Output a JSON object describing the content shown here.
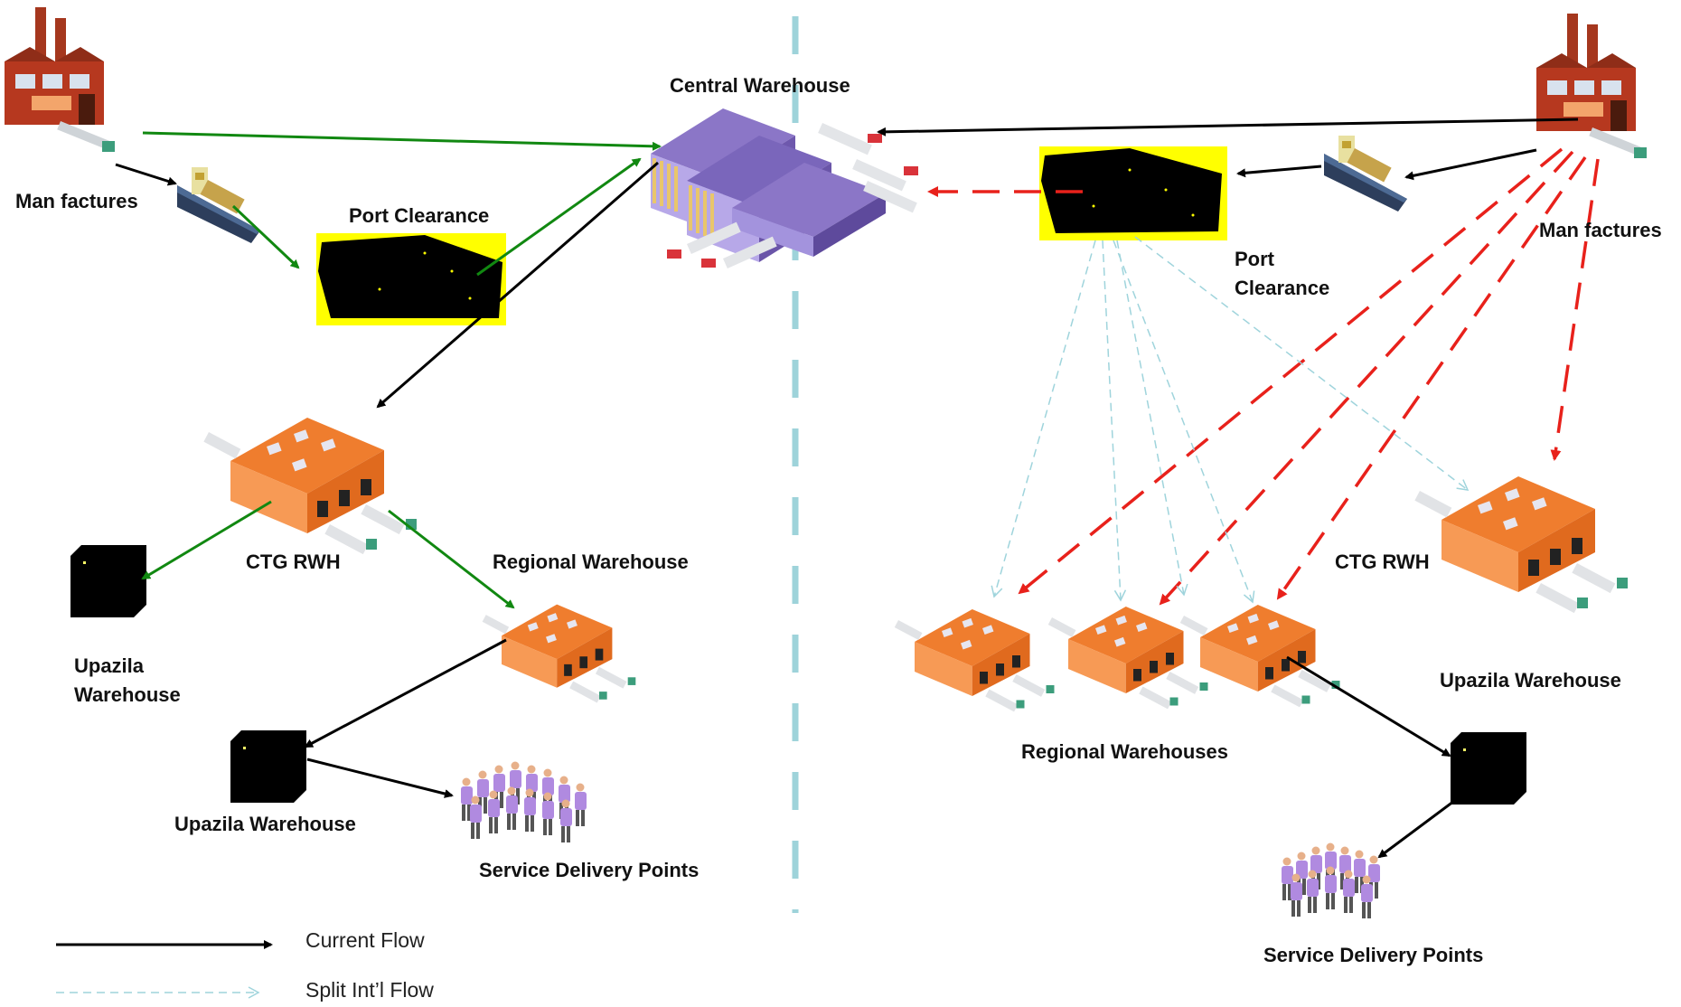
{
  "labels": {
    "central_warehouse": "Central Warehouse",
    "manufactures_left": "Man factures",
    "manufactures_right": "Man factures",
    "port_clearance_left": "Port Clearance",
    "port_clearance_right_1": "Port",
    "port_clearance_right_2": "Clearance",
    "ctg_rwh_left": "CTG RWH",
    "ctg_rwh_right": "CTG RWH",
    "regional_warehouse": "Regional Warehouse",
    "regional_warehouses": "Regional Warehouses",
    "upazila_left_1": "Upazila",
    "upazila_left_2": "Warehouse",
    "upazila_warehouse_mid": "Upazila Warehouse",
    "upazila_warehouse_right": "Upazila Warehouse",
    "sdp_left": "Service Delivery Points",
    "sdp_right": "Service Delivery Points"
  },
  "legend": {
    "current_flow": "Current Flow",
    "split_flow": "Split Int’l Flow"
  },
  "colors": {
    "current_flow": "#000000",
    "green_flow": "#118811",
    "split_flow": "#9fd4dc",
    "red_flow": "#e8211b",
    "divider": "#9ed3da",
    "warehouse_orange": "#f5883a",
    "central_purple": "#8b76c7",
    "port_yellow": "#ffff00"
  }
}
